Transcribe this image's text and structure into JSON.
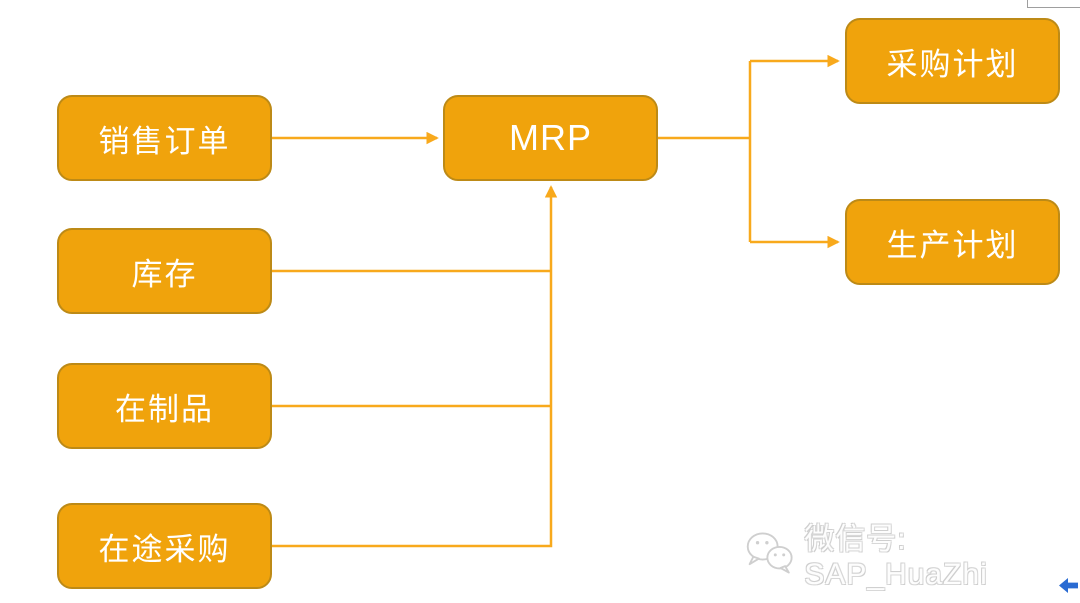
{
  "diagram": {
    "nodes": {
      "sales_order": {
        "label": "销售订单"
      },
      "inventory": {
        "label": "库存"
      },
      "wip": {
        "label": "在制品"
      },
      "transit_purchase": {
        "label": "在途采购"
      },
      "mrp": {
        "label": "MRP"
      },
      "purchase_plan": {
        "label": "采购计划"
      },
      "production_plan": {
        "label": "生产计划"
      }
    },
    "edges": [
      {
        "from": "销售订单",
        "to": "MRP"
      },
      {
        "from": "库存",
        "to": "MRP"
      },
      {
        "from": "在制品",
        "to": "MRP"
      },
      {
        "from": "在途采购",
        "to": "MRP"
      },
      {
        "from": "MRP",
        "to": "采购计划"
      },
      {
        "from": "MRP",
        "to": "生产计划"
      }
    ],
    "colors": {
      "node_fill": "#F0A30C",
      "node_border": "#BD8A16",
      "connector": "#F8A91C",
      "node_text": "#FFFFFF"
    }
  },
  "watermark": {
    "icon": "wechat-icon",
    "label": "微信号: SAP_HuaZhi"
  },
  "nav": {
    "back_arrow_icon": "back-arrow-icon",
    "back_arrow_color": "#2A6BD2"
  }
}
